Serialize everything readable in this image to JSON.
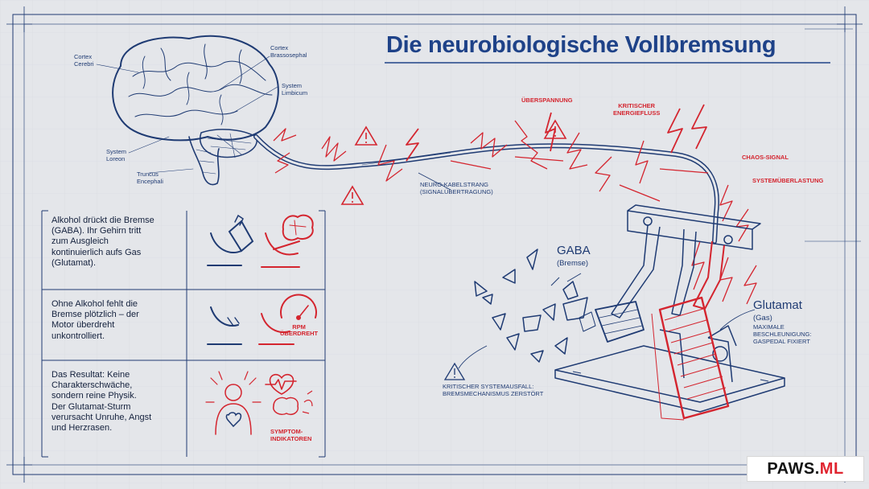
{
  "title": "Die neurobiologische Vollbremsung",
  "brain_labels": {
    "cortex_cerebri": "Cortex\nCerebri",
    "cortex_brassosephal": "Cortex\nBrassosephal",
    "system_limbicum": "System\nLimbicum",
    "system_loreon": "System\nLoreon",
    "truncus_encephali": "Truncus\nEncephali"
  },
  "cable_labels": {
    "ueberspannung": "ÜBERSPANNUNG",
    "kritischer_energiefluss": "KRITISCHER\nENERGIEFLUSS",
    "chaos_signal": "CHAOS-SIGNAL",
    "systemueberlastung": "SYSTEMÜBERLASTUNG",
    "neuro_kabelstrang": "NEURO-KABELSTRANG\n(SIGNALÜBERTRAGUNG)"
  },
  "panels": [
    {
      "text": "Alkohol drückt die Bremse\n(GABA). Ihr Gehirn tritt\nzum Ausgleich\nkontinuierlich aufs Gas\n(Glutamat)."
    },
    {
      "text": "Ohne Alkohol fehlt die\nBremse plötzlich – der\nMotor überdreht\nunkontrolliert.",
      "gauge_label": "RPM\nÜBERDREHT"
    },
    {
      "text": "Das Resultat: Keine\nCharakterschwäche,\nsondern reine Physik.\nDer Glutamat-Sturm\nverursacht Unruhe, Angst\nund Herzrasen.",
      "indicator_label": "SYMPTOM-\nINDIKATOREN"
    }
  ],
  "pedals": {
    "gaba_title": "GABA",
    "gaba_sub": "(Bremse)",
    "glutamat_title": "Glutamat",
    "glutamat_sub": "(Gas)",
    "glutamat_note": "MAXIMALE\nBESCHLEUNIGUNG:\nGASPEDAL FIXIERT",
    "failure_note": "KRITISCHER SYSTEMAUSFALL:\nBREMSMECHANISMUS ZERSTÖRT"
  },
  "watermark": {
    "main": "PAWS.",
    "accent": "ML"
  },
  "colors": {
    "blue": "#1f3b73",
    "red": "#d4252f",
    "paper": "#e4e6ea",
    "title": "#1e4288"
  }
}
